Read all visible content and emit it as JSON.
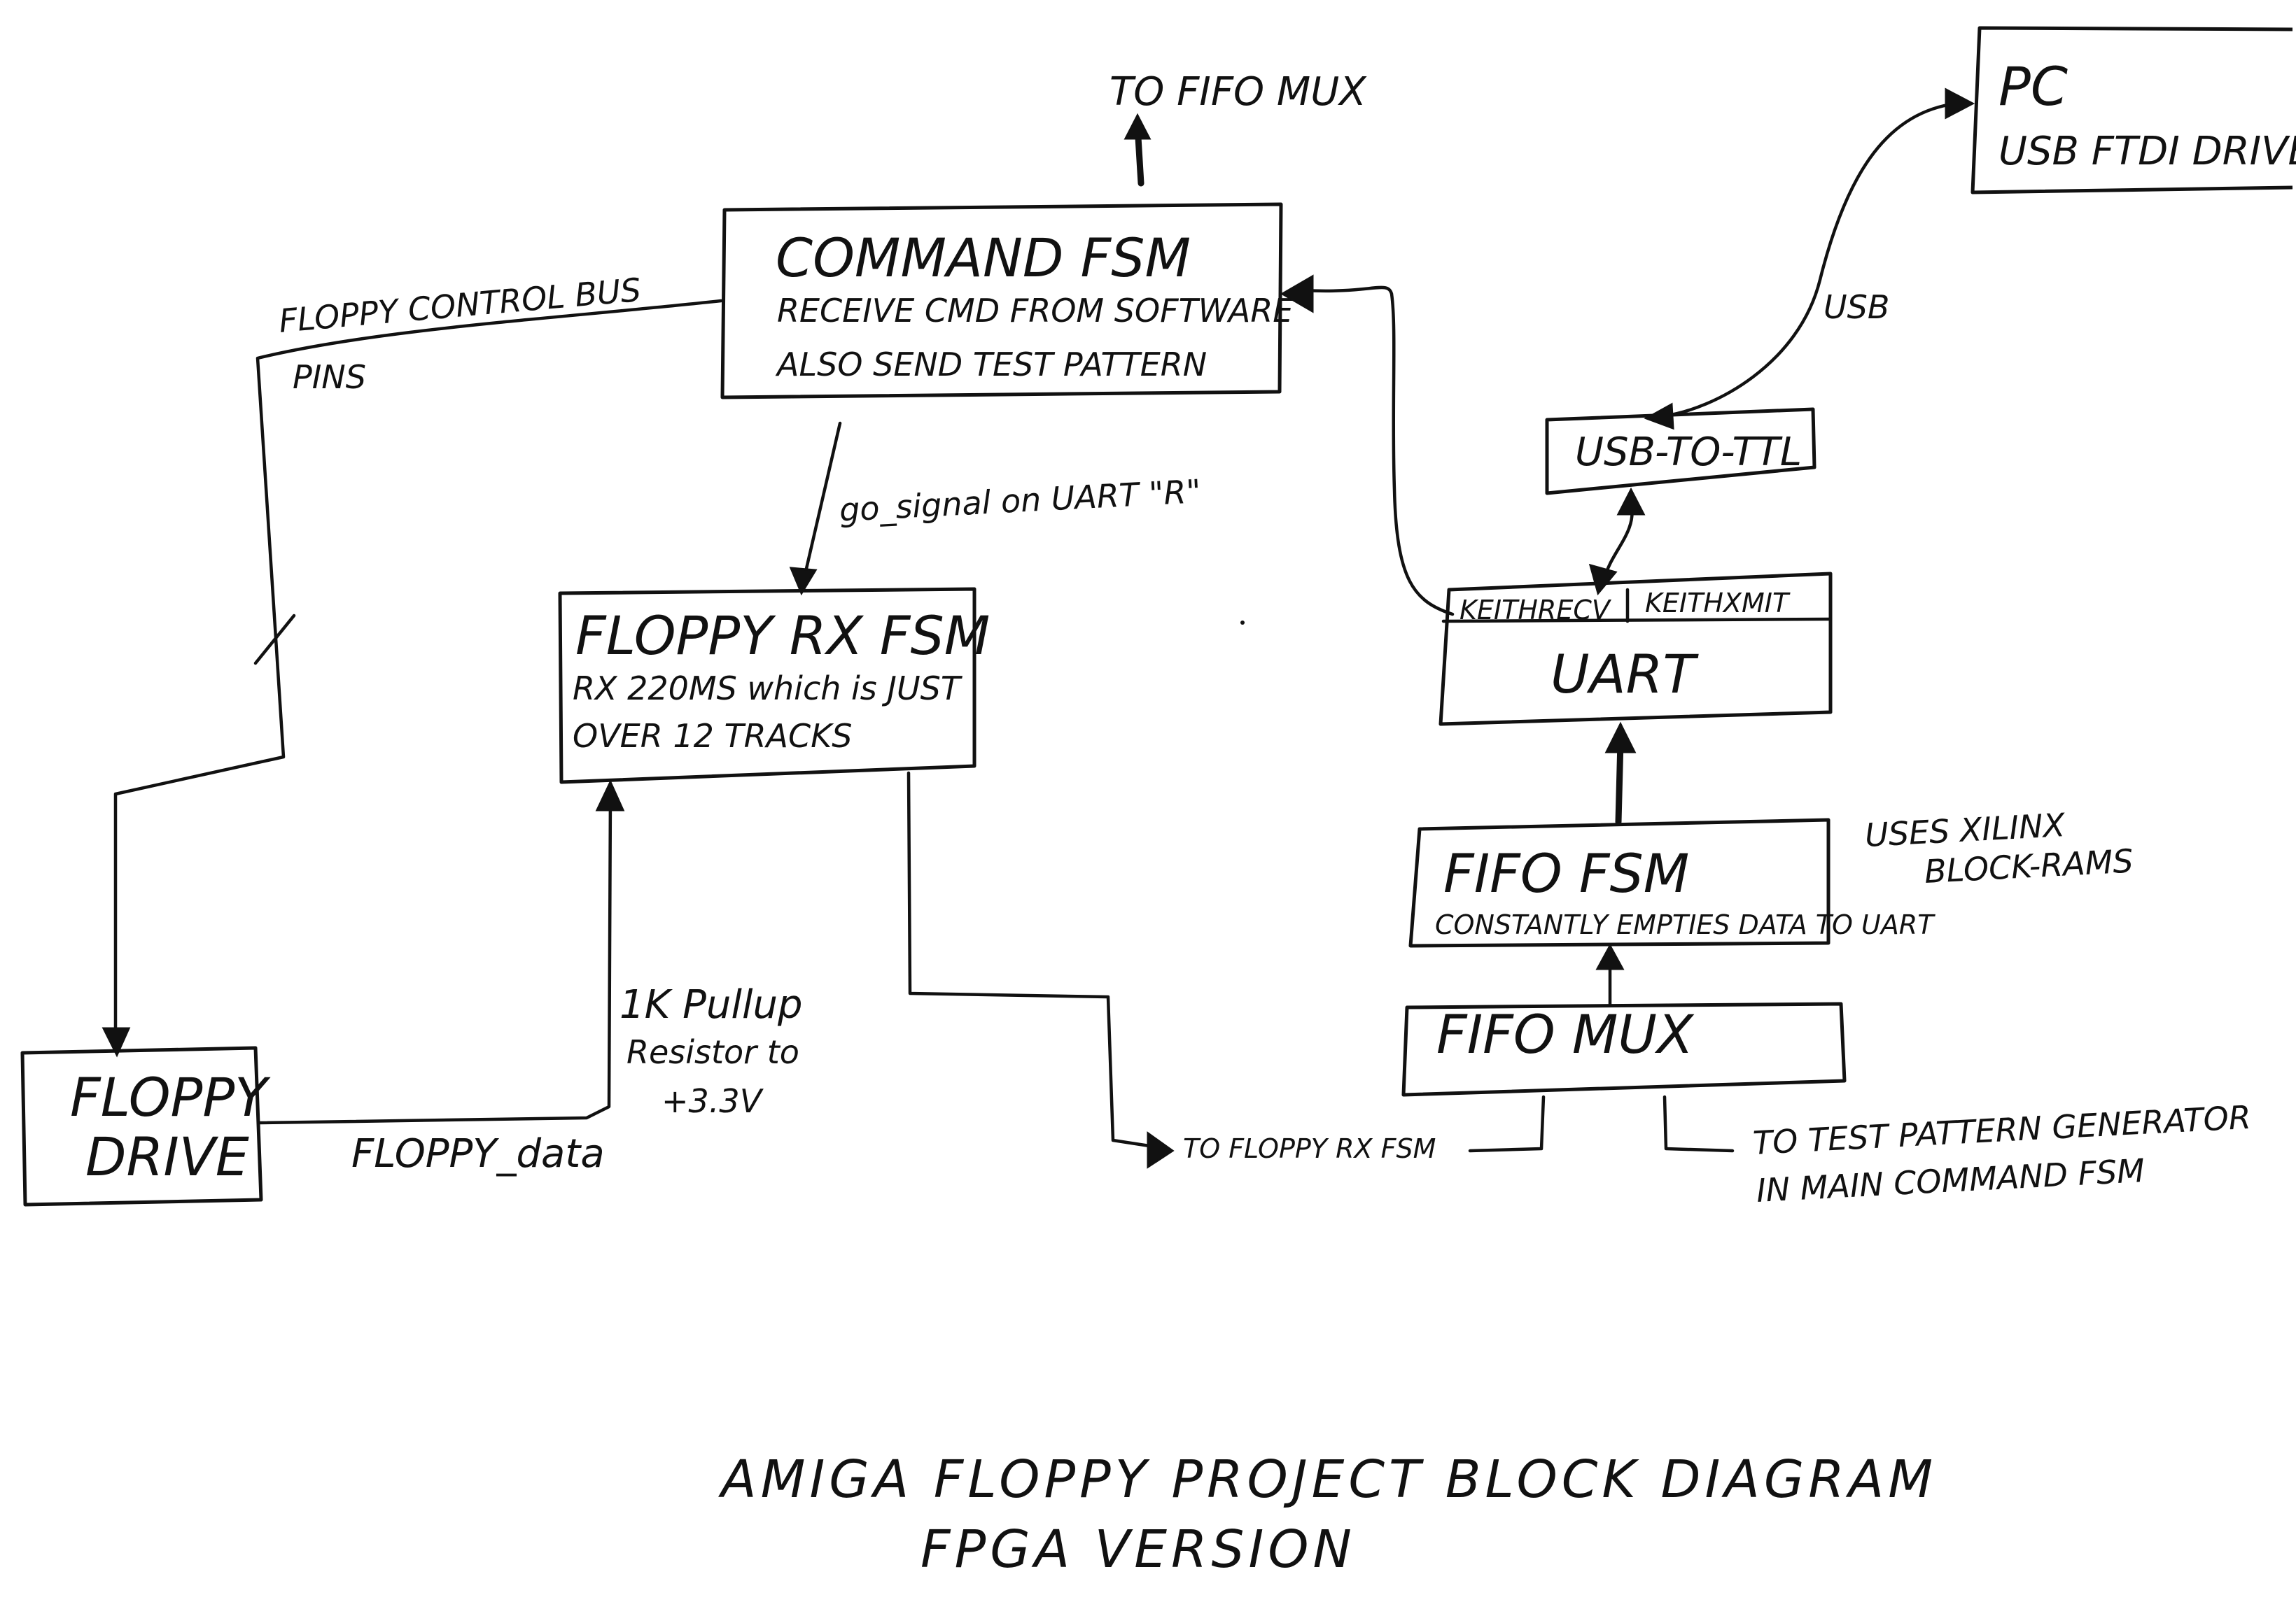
{
  "blocks": {
    "command_fsm": {
      "title": "COMMAND FSM",
      "line1": "RECEIVE CMD FROM SOFTWARE",
      "line2": "ALSO SEND TEST PATTERN"
    },
    "floppy_rx_fsm": {
      "title": "FLOPPY RX FSM",
      "line1": "RX 220MS which is JUST",
      "line2": "OVER 12 TRACKS"
    },
    "floppy_drive": {
      "line1": "FLOPPY",
      "line2": "DRIVE"
    },
    "pc": {
      "title": "PC",
      "line1": "USB FTDI DRIVERS"
    },
    "usb_to_ttl": {
      "label": "USB-TO-TTL"
    },
    "uart": {
      "port_left": "KEITHRECV",
      "port_right": "KEITHXMIT",
      "label": "UART"
    },
    "fifo_fsm": {
      "title": "FIFO FSM",
      "line1": "CONSTANTLY EMPTIES DATA TO UART"
    },
    "fifo_mux": {
      "label": "FIFO MUX"
    }
  },
  "labels": {
    "to_fifo_mux": "TO FIFO MUX",
    "floppy_control_bus": "FLOPPY CONTROL BUS",
    "pins": "PINS",
    "go_signal": "go_signal on UART \"R\"",
    "usb": "USB",
    "pullup_1": "1K Pullup",
    "pullup_2": "Resistor to",
    "pullup_3": "+3.3V",
    "floppy_data": "FLOPPY_data",
    "to_floppy_rx_fsm": "TO FLOPPY RX FSM",
    "to_test_pattern_1": "TO TEST PATTERN GENERATOR",
    "to_test_pattern_2": "IN MAIN COMMAND FSM",
    "uses_xilinx_1": "USES XILINX",
    "uses_xilinx_2": "BLOCK-RAMS"
  },
  "title": {
    "line1": "AMIGA FLOPPY PROJECT BLOCK DIAGRAM",
    "line2": "FPGA VERSION"
  }
}
